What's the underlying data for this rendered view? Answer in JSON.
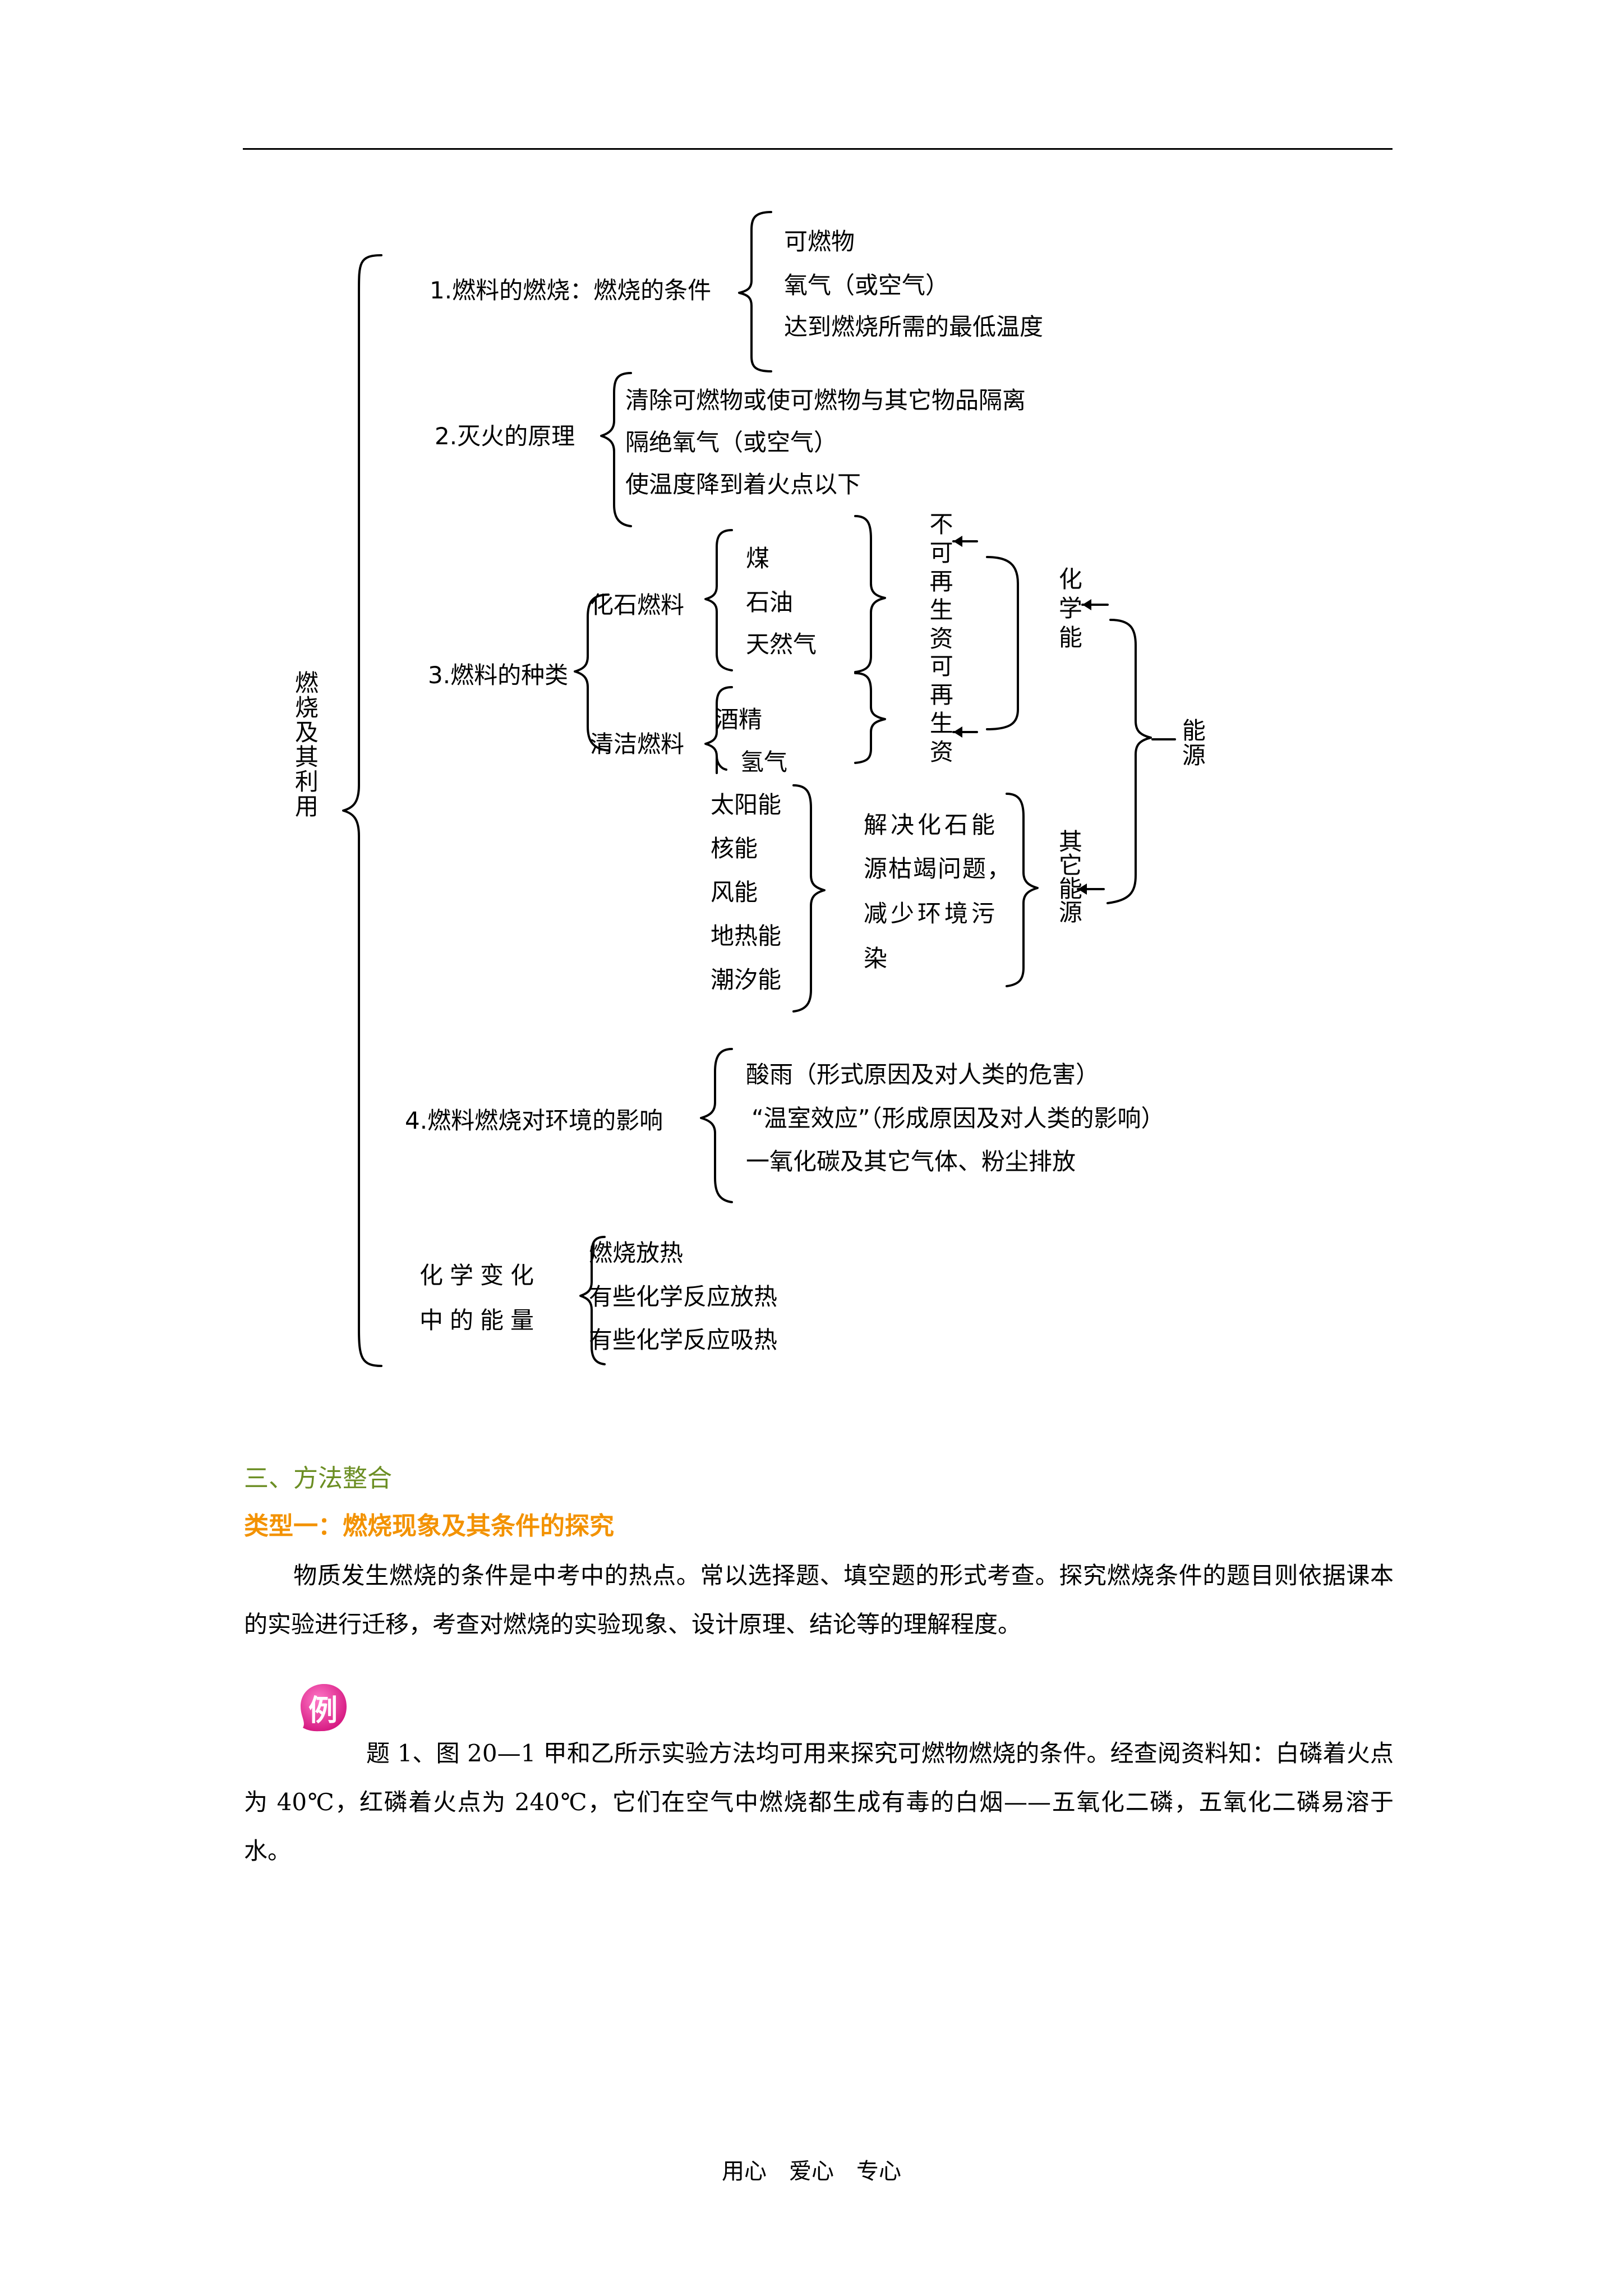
{
  "diagram": {
    "root": "燃烧及其利用",
    "branch1": {
      "label": "1.燃料的燃烧：燃烧的条件",
      "items": [
        "可燃物",
        "氧气（或空气）",
        "达到燃烧所需的最低温度"
      ]
    },
    "branch2": {
      "label": "2.灭火的原理",
      "items": [
        "清除可燃物或使可燃物与其它物品隔离",
        "隔绝氧气（或空气）",
        "使温度降到着火点以下"
      ]
    },
    "branch3": {
      "label": "3.燃料的种类",
      "fossil": {
        "label": "化石燃料",
        "items": [
          "煤",
          "石油",
          "天然气"
        ]
      },
      "clean": {
        "label": "清洁燃料",
        "items": [
          "酒精",
          "氢气"
        ]
      },
      "other_items": [
        "太阳能",
        "核能",
        "风能",
        "地热能",
        "潮汐能"
      ],
      "non_renewable": "不可再生资",
      "renewable": "可再生资",
      "chemical_energy": "化学能",
      "energy": "能源",
      "other_energy": "其它能源",
      "solve_note_lines": [
        "解决化石能",
        "源枯竭问题，",
        "减少环境污",
        "染"
      ]
    },
    "branch4": {
      "label": "4.燃料燃烧对环境的影响",
      "items": [
        "酸雨（形式原因及对人类的危害）",
        "“温室效应”（形成原因及对人类的影响）",
        "一氧化碳及其它气体、粉尘排放"
      ]
    },
    "branch5": {
      "label_lines": [
        "化学变化",
        "中的能量"
      ],
      "items": [
        "燃烧放热",
        "有些化学反应放热",
        "有些化学反应吸热"
      ]
    }
  },
  "section": {
    "heading": "三、方法整合",
    "type_heading": "类型一：燃烧现象及其条件的探究",
    "paragraph": "物质发生燃烧的条件是中考中的热点。常以选择题、填空题的形式考查。探究燃烧条件的题目则依据课本的实验进行迁移，考查对燃烧的实验现象、设计原理、结论等的理解程度。"
  },
  "example": {
    "badge": "例",
    "text": "题 1、图 20—1 甲和乙所示实验方法均可用来探究可燃物燃烧的条件。经查阅资料知：白磷着火点为 40℃，红磷着火点为 240℃，它们在空气中燃烧都生成有毒的白烟——五氧化二磷，五氧化二磷易溶于水。"
  },
  "footer": "用心　爱心　专心"
}
